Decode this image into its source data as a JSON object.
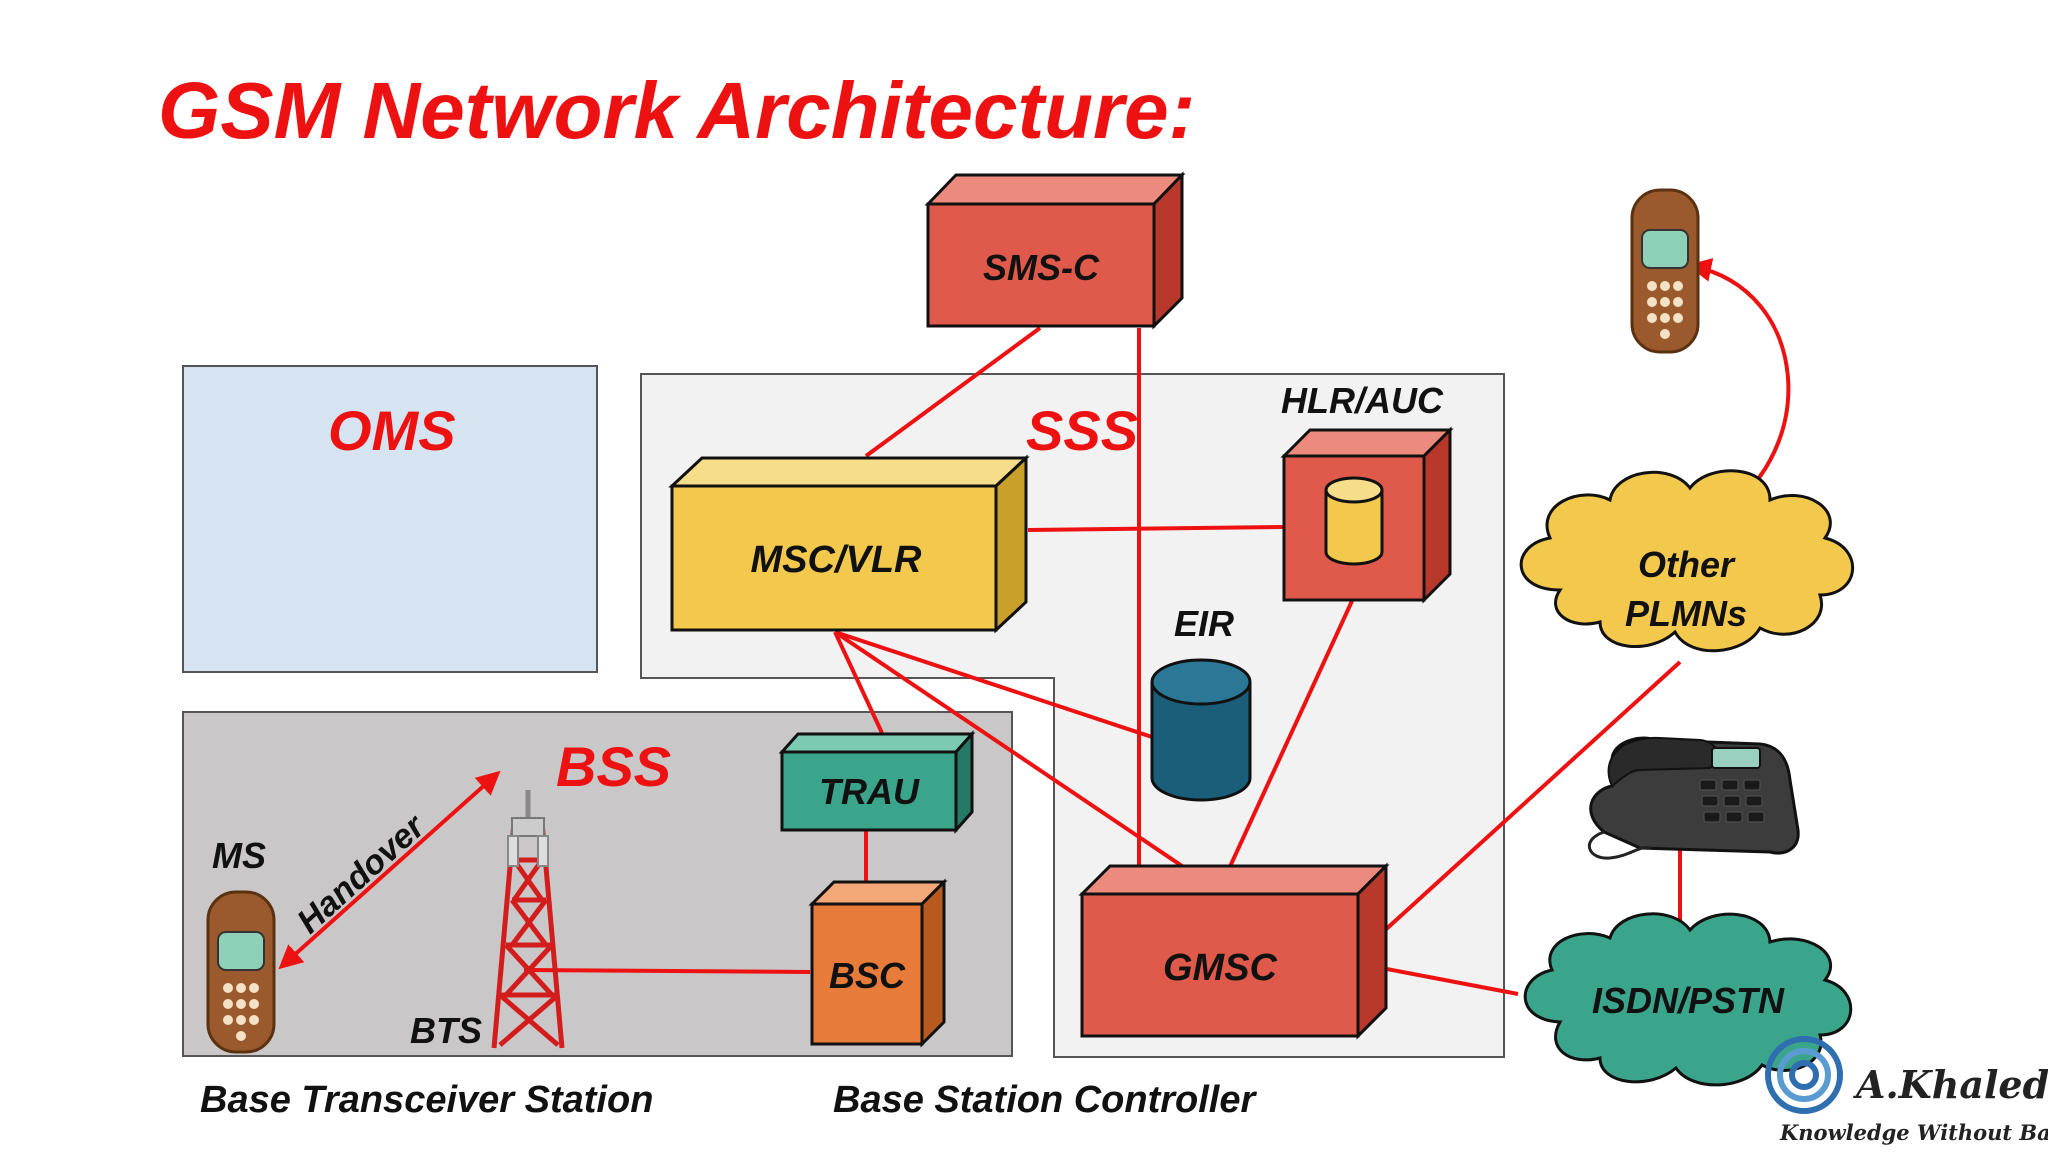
{
  "title": "GSM Network Architecture:",
  "regions": {
    "oms": "OMS",
    "sss": "SSS",
    "bss": "BSS"
  },
  "nodes": {
    "sms_c": "SMS-C",
    "msc_vlr": "MSC/VLR",
    "hlr_auc": "HLR/AUC",
    "eir": "EIR",
    "trau": "TRAU",
    "bsc": "BSC",
    "gmsc": "GMSC",
    "ms": "MS",
    "bts": "BTS",
    "other_plmns_line1": "Other",
    "other_plmns_line2": "PLMNs",
    "isdn_pstn": "ISDN/PSTN"
  },
  "labels": {
    "handover": "Handover",
    "bts_caption": "Base Transceiver Station",
    "bsc_caption": "Base Station Controller"
  },
  "logo": {
    "name": "A.Khaled",
    "tagline": "Knowledge Without Barriers"
  },
  "colors": {
    "title": "#ee1111",
    "link": "#ee1111",
    "oms_fill": "#d6e4f2",
    "sss_fill": "#f2f2f2",
    "bss_fill": "#c9c7c8",
    "sms_c": "#e05a4b",
    "msc_vlr": "#f2c94c",
    "hlr_auc": "#e05a4b",
    "eir": "#1a5e7a",
    "trau": "#3aa58a",
    "bsc": "#e77b3a",
    "gmsc": "#e05a4b",
    "other_plmns": "#f2c94c",
    "isdn_pstn": "#3aa58a"
  }
}
